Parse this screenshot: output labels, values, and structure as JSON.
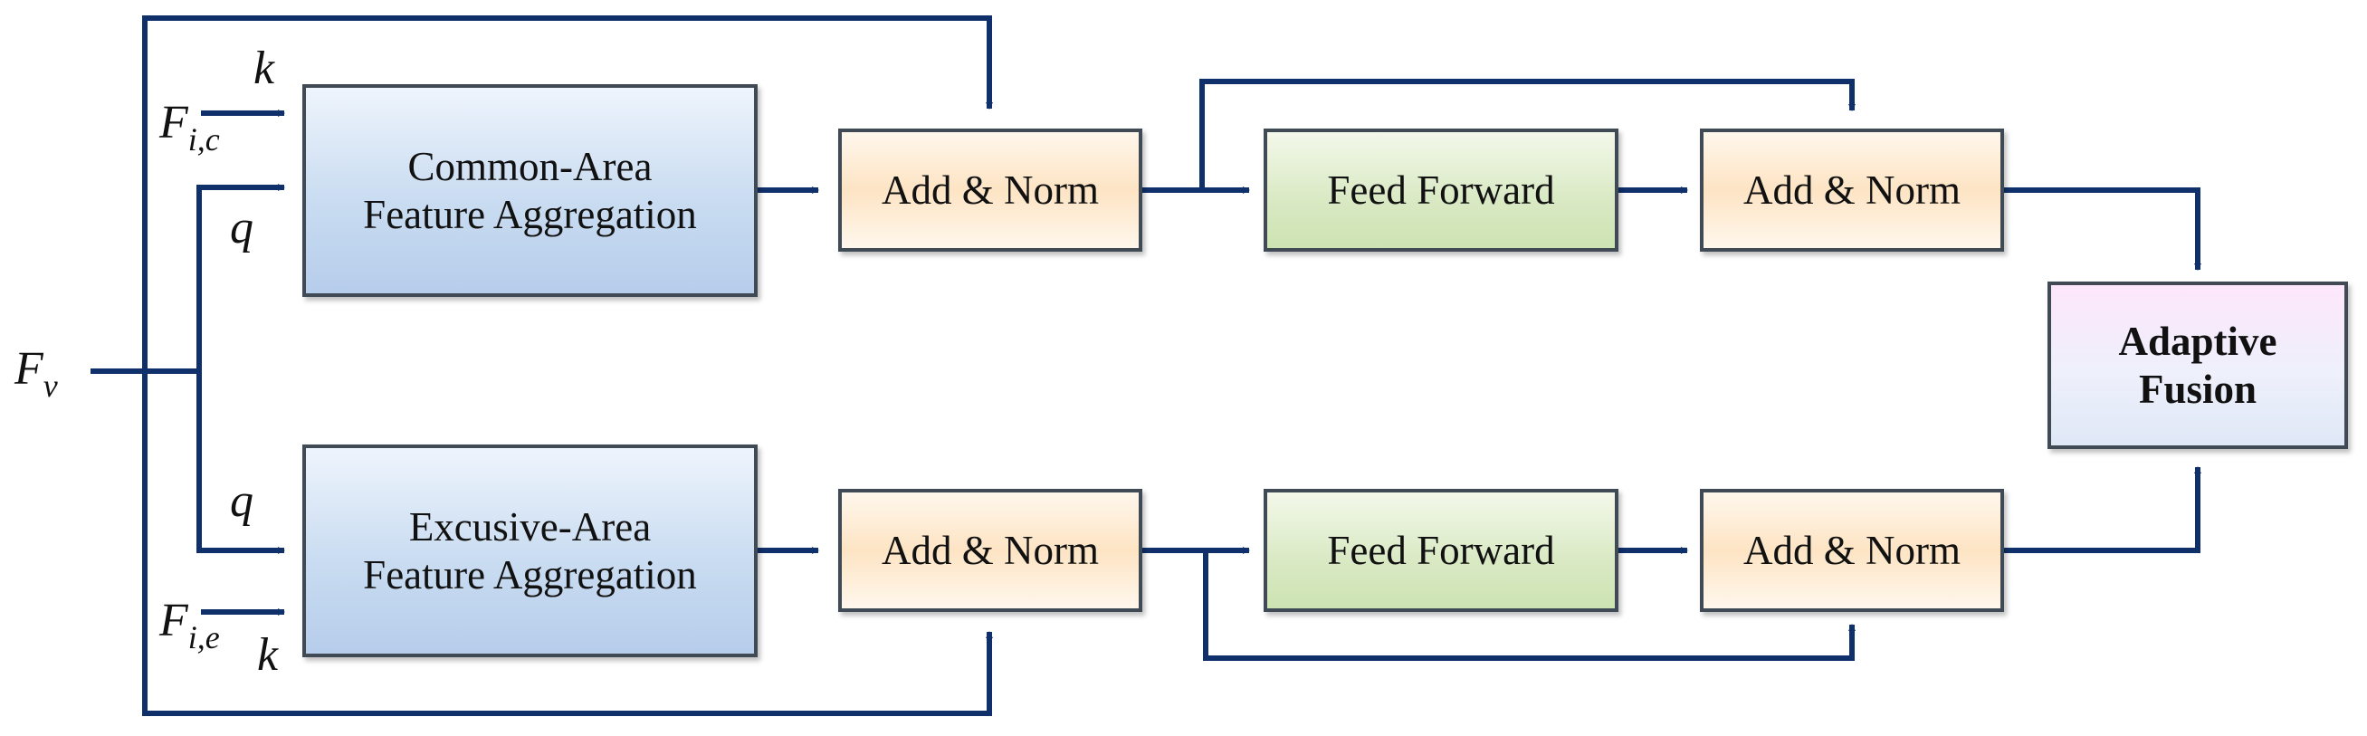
{
  "boxes": {
    "common_agg": [
      "Common-Area",
      "Feature Aggregation"
    ],
    "exclusive_agg": [
      "Excusive-Area",
      "Feature Aggregation"
    ],
    "add_norm_1": "Add & Norm",
    "feed_forward_1": "Feed Forward",
    "add_norm_2": "Add & Norm",
    "add_norm_3": "Add & Norm",
    "feed_forward_2": "Feed Forward",
    "add_norm_4": "Add & Norm",
    "adaptive_fusion": [
      "Adaptive",
      "Fusion"
    ]
  },
  "labels": {
    "fv": {
      "base": "F",
      "sub": "v"
    },
    "fic": {
      "base": "F",
      "sub": "i,c"
    },
    "fie": {
      "base": "F",
      "sub": "i,e"
    },
    "k_top": "k",
    "q_top": "q",
    "q_bottom": "q",
    "k_bottom": "k"
  },
  "colors": {
    "arrow": "#10306b",
    "box_border": "#3f4a55"
  }
}
